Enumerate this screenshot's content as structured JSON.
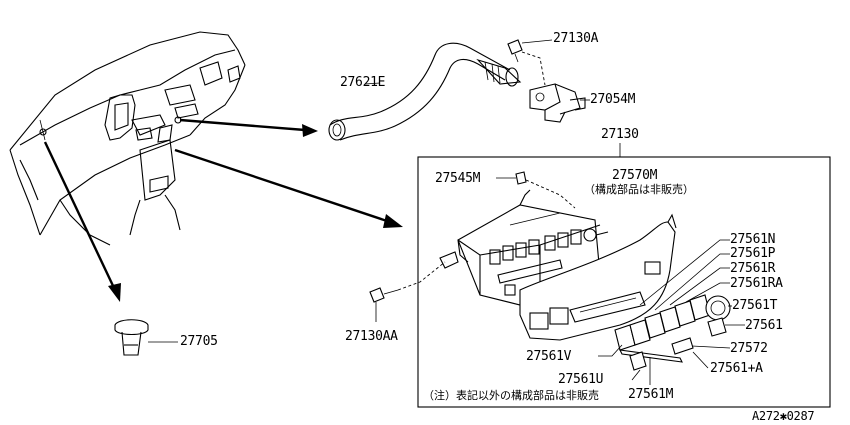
{
  "parts": {
    "p27130A": "27130A",
    "p27621E": "27621E",
    "p27054M": "27054M",
    "p27130": "27130",
    "p27570M": "27570M",
    "p27545M": "27545M",
    "p27561N": "27561N",
    "p27561P": "27561P",
    "p27561R": "27561R",
    "p27561RA": "27561RA",
    "p27561T": "27561T",
    "p27561": "27561",
    "p27572": "27572",
    "p27561V": "27561V",
    "p27561U": "27561U",
    "p27561M": "27561M",
    "p27561plusA": "27561+A",
    "p27130AA": "27130AA",
    "p27705": "27705"
  },
  "notes": {
    "component_note": "（構成部品は非販売）",
    "footnote": "（注）表記以外の構成部品は非販売"
  },
  "diagram_code": "A272✱0287"
}
